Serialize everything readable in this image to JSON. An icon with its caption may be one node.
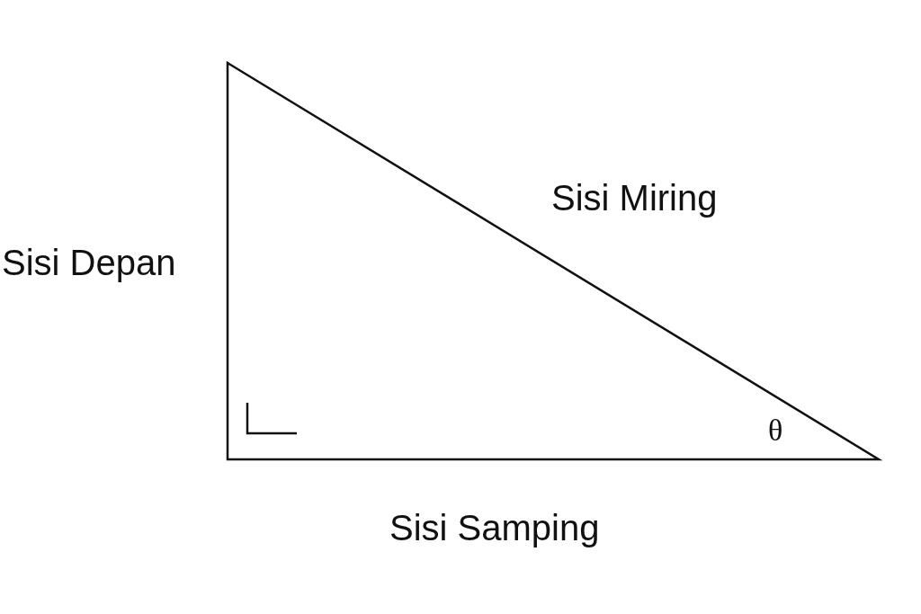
{
  "diagram": {
    "labels": [
      "Sisi Miring",
      "Sisi Depan",
      "θ",
      "Sisi Samping"
    ]
  }
}
